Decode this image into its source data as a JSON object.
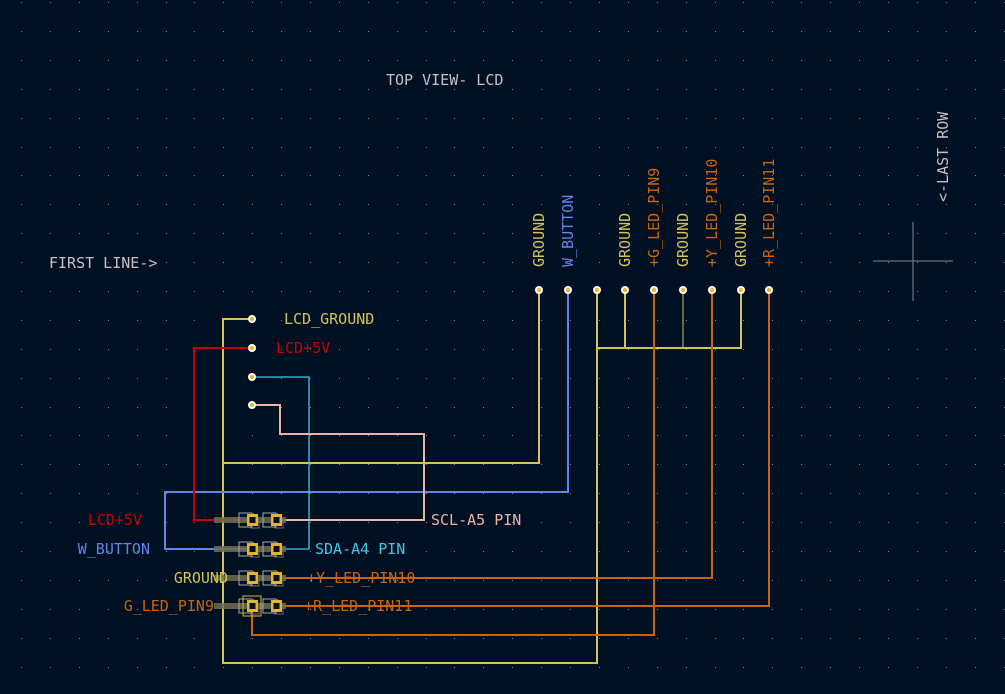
{
  "colors": {
    "background": "#001023",
    "grid": "#848484",
    "label_gray": "#c2c2c2",
    "ground_yellow": "#d6c155",
    "button_blue": "#5d86e6",
    "power_red": "#c80000",
    "led_orange": "#c8640a",
    "scl_pink": "#e8b4a8",
    "sda_cyan": "#3cc8e6",
    "pad_gold": "#e6b42a",
    "pad_outline": "#a8a8a8",
    "courtyard": "#6e6e50"
  },
  "annotations": {
    "top_view": "TOP VIEW- LCD",
    "first_line": "FIRST LINE->",
    "last_row": "<-LAST ROW"
  },
  "header_pins": [
    {
      "label": "GROUND",
      "net": "ground"
    },
    {
      "label": "W_BUTTON",
      "net": "button"
    },
    {
      "label": "",
      "net": "ground"
    },
    {
      "label": "GROUND",
      "net": "ground"
    },
    {
      "label": "+G_LED_PIN9",
      "net": "led"
    },
    {
      "label": "GROUND",
      "net": "ground"
    },
    {
      "label": "+Y_LED_PIN10",
      "net": "led"
    },
    {
      "label": "GROUND",
      "net": "ground"
    },
    {
      "label": "+R_LED_PIN11",
      "net": "led"
    }
  ],
  "lcd_pins": [
    {
      "label": "LCD_GROUND",
      "net": "ground"
    },
    {
      "label": "LCD+5V",
      "net": "power"
    },
    {
      "label": "",
      "net": "sda"
    },
    {
      "label": "",
      "net": "scl"
    }
  ],
  "connector_left_labels": [
    {
      "label": "LCD+5V",
      "net": "power"
    },
    {
      "label": "W_BUTTON",
      "net": "button"
    },
    {
      "label": "GROUND",
      "net": "ground"
    },
    {
      "label": "G_LED_PIN9",
      "net": "led"
    }
  ],
  "connector_right_labels": [
    {
      "label": "SCL-A5 PIN",
      "net": "scl"
    },
    {
      "label": "SDA-A4 PIN",
      "net": "sda"
    },
    {
      "label": "+Y_LED_PIN10",
      "net": "led"
    },
    {
      "label": "+R_LED_PIN11",
      "net": "led"
    }
  ]
}
